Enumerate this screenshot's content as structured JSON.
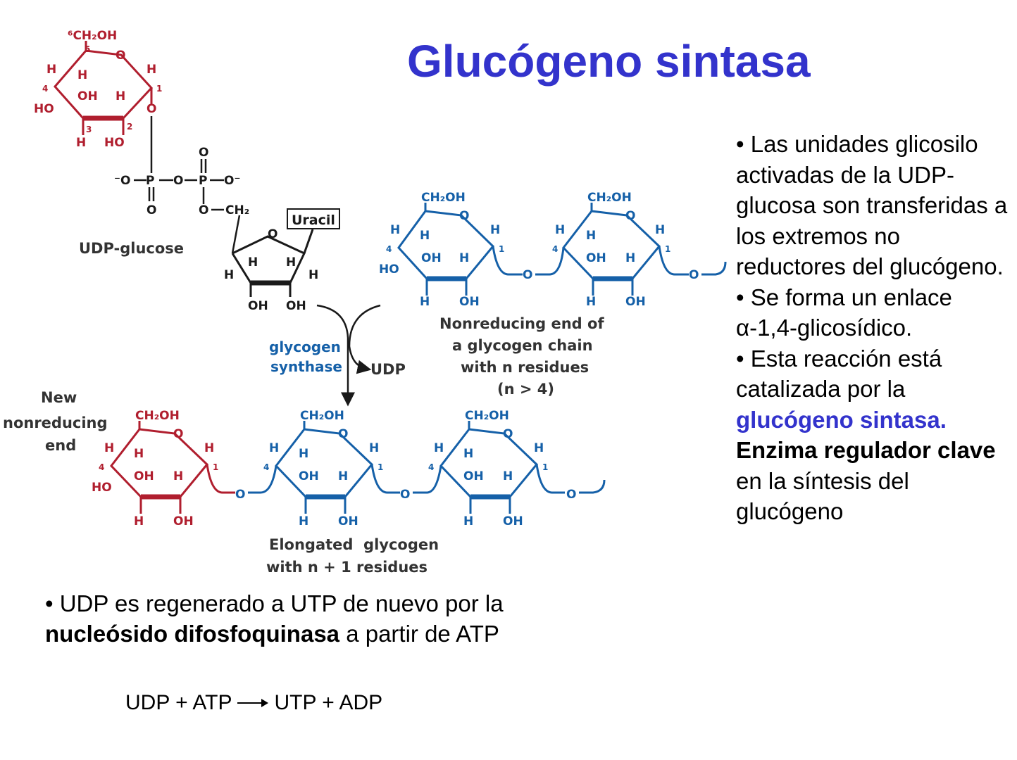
{
  "title": "Glucógeno sintasa",
  "bullets_right": {
    "b1": "•  Las unidades glicosilo activadas de la UDP-glucosa son transferidas a los extremos no reductores del glucógeno.",
    "b2": "• Se  forma un enlace α-1,4-glicosídico.",
    "b3_prefix": "• Esta reacción está catalizada por la ",
    "b3_enzyme": "glucógeno sintasa.",
    "b3_bold": "Enzima regulador clave",
    "b3_suffix": " en la síntesis del glucógeno"
  },
  "bullet_bottom": {
    "prefix": "• UDP es regenerado a UTP de nuevo por la ",
    "bold": "nucleósido difosfoquinasa",
    "suffix": " a partir de ATP"
  },
  "equation": {
    "left": "UDP + ATP",
    "right": "UTP + ADP"
  },
  "diagram": {
    "udp_glucose_label": "UDP-glucose",
    "uracil_label": "Uracil",
    "enzyme_line1": "glycogen",
    "enzyme_line2": "synthase",
    "udp_product": "UDP",
    "nonreducing_line1": "Nonreducing end of",
    "nonreducing_line2": "a glycogen chain",
    "nonreducing_line3": "with n residues",
    "nonreducing_line4": "(n > 4)",
    "new_end_line1": "New",
    "new_end_line2": "nonreducing",
    "new_end_line3": "end",
    "elongated_line1": "Elongated  glycogen",
    "elongated_line2": "with n + 1 residues",
    "colors": {
      "red": "#b01e2e",
      "blue": "#1560a8",
      "black": "#1a1a1a"
    }
  }
}
